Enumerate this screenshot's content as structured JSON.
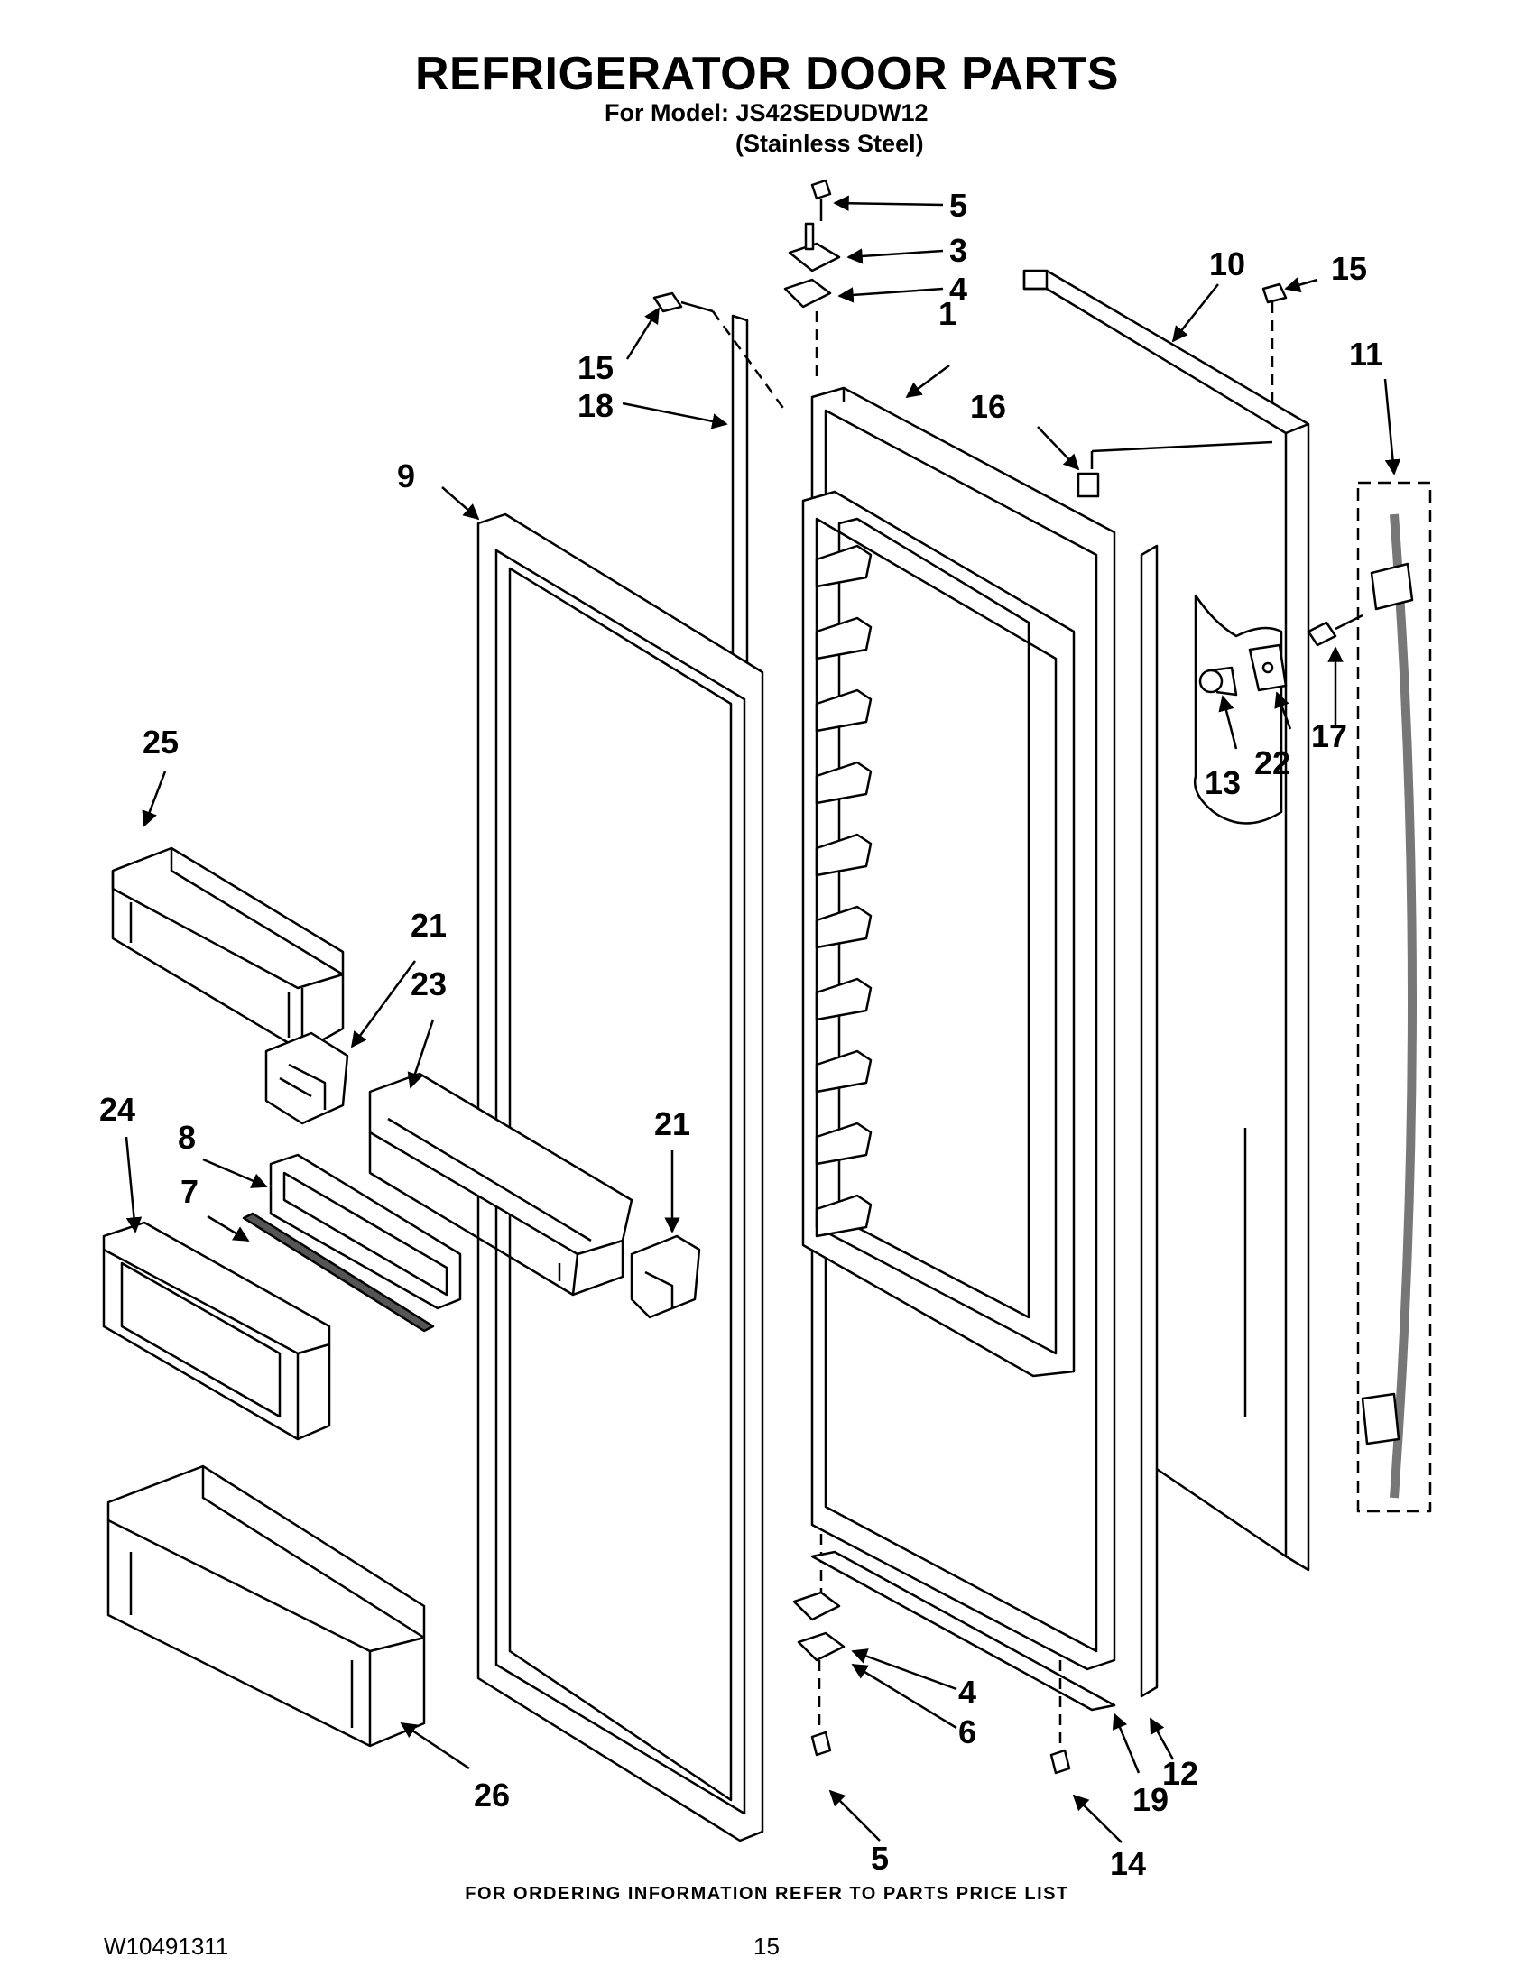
{
  "header": {
    "title": "REFRIGERATOR DOOR PARTS",
    "model": "For Model: JS42SEDUDW12",
    "finish": "(Stainless Steel)"
  },
  "footer": {
    "order_note": "FOR ORDERING INFORMATION REFER TO PARTS PRICE LIST",
    "doc_number": "W10491311",
    "page_number": "15"
  },
  "callouts": [
    "5",
    "3",
    "4",
    "10",
    "15",
    "11",
    "1",
    "15",
    "18",
    "16",
    "9",
    "17",
    "22",
    "13",
    "25",
    "21",
    "23",
    "24",
    "8",
    "7",
    "21",
    "4",
    "6",
    "12",
    "19",
    "26",
    "5",
    "14"
  ]
}
